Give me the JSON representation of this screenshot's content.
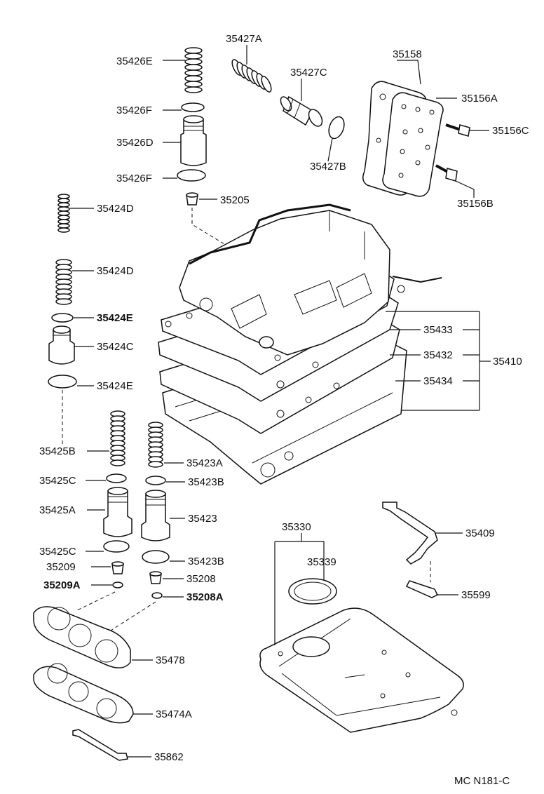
{
  "diagram_code": "MC N181-C",
  "labels": {
    "p35426E": "35426E",
    "p35426F_a": "35426F",
    "p35426D": "35426D",
    "p35426F_b": "35426F",
    "p35205": "35205",
    "p35427A": "35427A",
    "p35427C": "35427C",
    "p35427B": "35427B",
    "p35158": "35158",
    "p35156A": "35156A",
    "p35156C": "35156C",
    "p35156B": "35156B",
    "p35424D_a": "35424D",
    "p35424D_b": "35424D",
    "p35424E_a": "35424E",
    "p35424C": "35424C",
    "p35424E_b": "35424E",
    "p35433": "35433",
    "p35432": "35432",
    "p35410": "35410",
    "p35434": "35434",
    "p35425B": "35425B",
    "p35423A": "35423A",
    "p35425C_a": "35425C",
    "p35423B_a": "35423B",
    "p35425A": "35425A",
    "p35423": "35423",
    "p35425C_b": "35425C",
    "p35423B_b": "35423B",
    "p35209": "35209",
    "p35208": "35208",
    "p35209A": "35209A",
    "p35208A": "35208A",
    "p35330": "35330",
    "p35339": "35339",
    "p35409": "35409",
    "p35599": "35599",
    "p35478": "35478",
    "p35474A": "35474A",
    "p35862": "35862"
  }
}
